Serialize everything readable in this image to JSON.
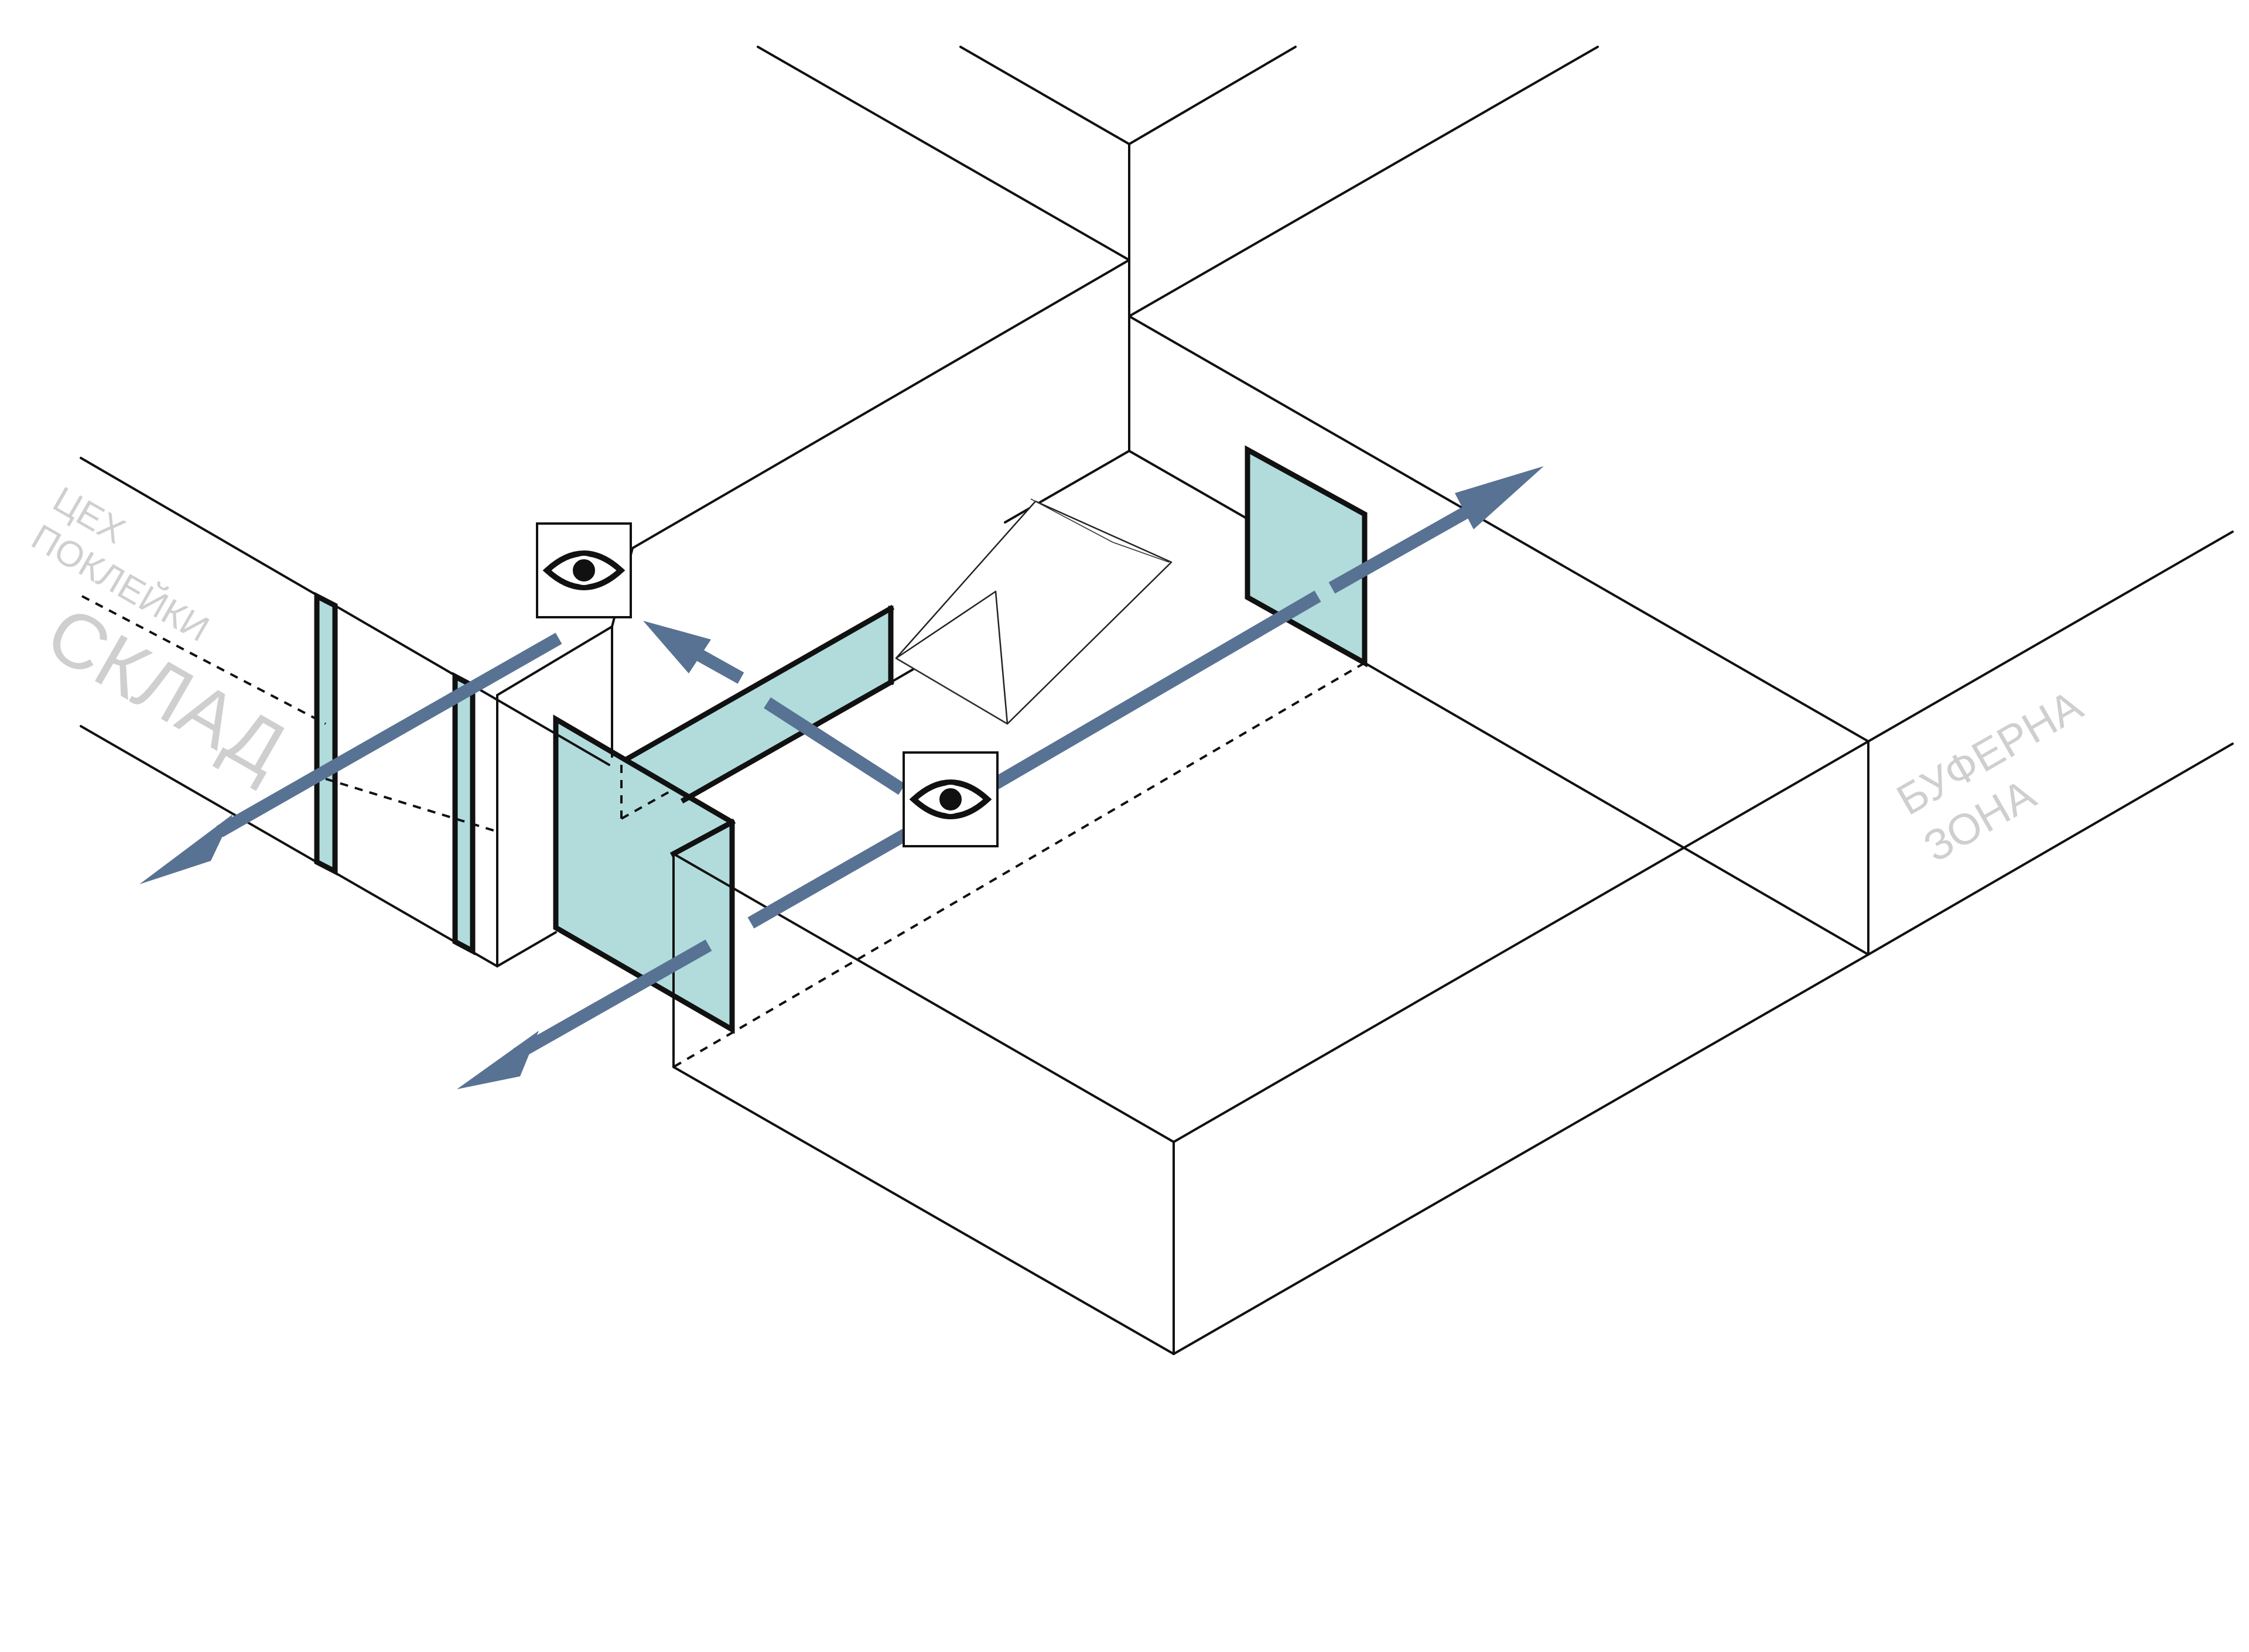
{
  "labels": {
    "workshop_line1": "ЦЕХ",
    "workshop_line2": "ПОКЛЕЙКИ",
    "warehouse": "СКЛАД",
    "buffer_line1": "БУФЕРНА",
    "buffer_line2": "ЗОНА"
  },
  "icons": {
    "viewpoint": "eye-icon",
    "flow": "arrow-icon"
  },
  "colors": {
    "glass": "#b2dcdc",
    "flow_arrow": "#587293",
    "line": "#111111",
    "label": "#cfcfcf"
  }
}
